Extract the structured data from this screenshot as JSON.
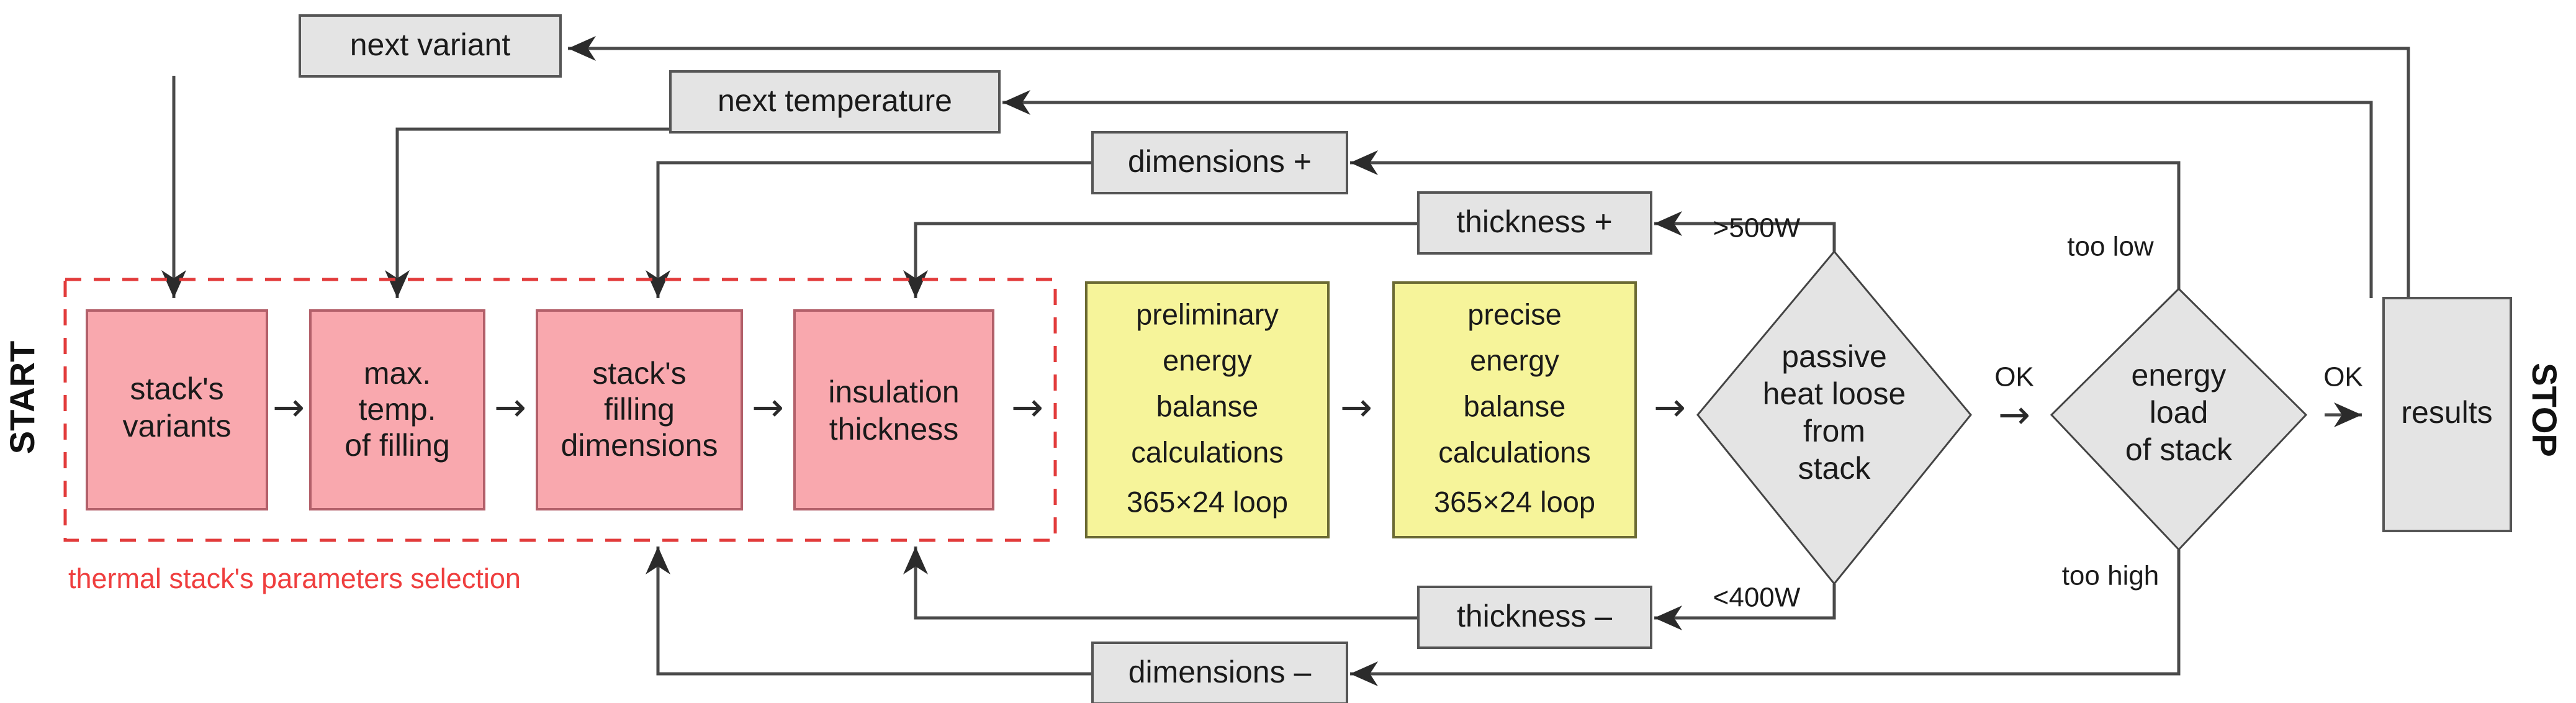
{
  "diagram": {
    "title_terminals": {
      "start": "START",
      "stop": "STOP"
    },
    "group": {
      "label": "thermal stack's parameters selection",
      "color": "#ef3e3e"
    },
    "process_nodes": [
      {
        "id": "stacks-variants",
        "lines": [
          "stack's",
          "variants"
        ],
        "fill": "#f9a8ae"
      },
      {
        "id": "max-temp-of-filling",
        "lines": [
          "max.",
          "temp.",
          "of filling"
        ],
        "fill": "#f9a8ae"
      },
      {
        "id": "stacks-filling-dimensions",
        "lines": [
          "stack's",
          "filling",
          "dimensions"
        ],
        "fill": "#f9a8ae"
      },
      {
        "id": "insulation-thickness",
        "lines": [
          "insulation",
          "thickness"
        ],
        "fill": "#f9a8ae"
      },
      {
        "id": "preliminary-energy-balanse",
        "lines": [
          "preliminary",
          "energy",
          "balanse",
          "calculations",
          "365×24 loop"
        ],
        "fill": "#f6f49a"
      },
      {
        "id": "precise-energy-balanse",
        "lines": [
          "precise",
          "energy",
          "balanse",
          "calculations",
          "365×24 loop"
        ],
        "fill": "#f6f49a"
      },
      {
        "id": "results",
        "lines": [
          "results"
        ],
        "fill": "#e4e4e4"
      }
    ],
    "decision_nodes": [
      {
        "id": "passive-heat-loose-from-stack",
        "lines": [
          "passive",
          "heat loose",
          "from",
          "stack"
        ],
        "fill": "#e4e4e4"
      },
      {
        "id": "energy-load-of-stack",
        "lines": [
          "energy",
          "load",
          "of stack"
        ],
        "fill": "#e4e4e4"
      }
    ],
    "feedback_nodes": [
      {
        "id": "next-variant",
        "label": "next variant"
      },
      {
        "id": "next-temperature",
        "label": "next temperature"
      },
      {
        "id": "dimensions-plus",
        "label": "dimensions +"
      },
      {
        "id": "thickness-plus",
        "label": "thickness +"
      },
      {
        "id": "thickness-minus",
        "label": "thickness –"
      },
      {
        "id": "dimensions-minus",
        "label": "dimensions –"
      }
    ],
    "edge_labels": [
      {
        "id": "over-500w",
        "text": ">500W"
      },
      {
        "id": "under-400w",
        "text": "<400W"
      },
      {
        "id": "ok-1",
        "text": "OK"
      },
      {
        "id": "ok-2",
        "text": "OK"
      },
      {
        "id": "too-low",
        "text": "too low"
      },
      {
        "id": "too-high",
        "text": "too high"
      }
    ],
    "chain_arrows": [
      "→",
      "→",
      "→",
      "→",
      "→",
      "→",
      "→"
    ]
  }
}
